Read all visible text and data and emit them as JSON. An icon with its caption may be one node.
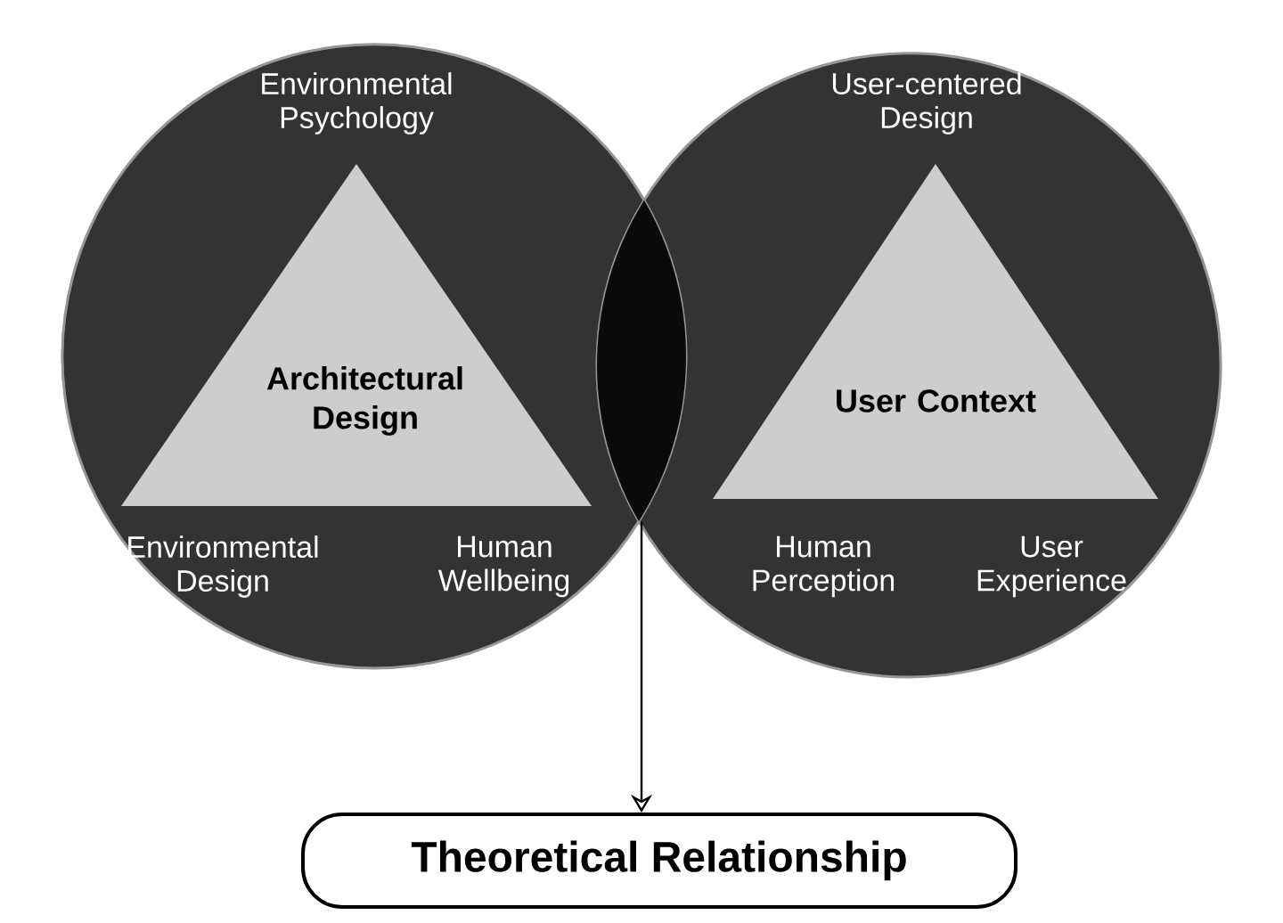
{
  "diagram": {
    "nodes": [
      {
        "text": [
          "Environmental Psychology",
          "Environmental Design",
          "Human Wellbeing"
        ]
      },
      {
        "text": [
          "Architectural Design"
        ],
        "in": 0
      },
      {
        "text": [
          "User-centered Design",
          "Human Perception",
          "User Experience"
        ]
      },
      {
        "text": [
          "User Context"
        ],
        "in": 2
      },
      {
        "text": [],
        "shape": "lens"
      },
      {
        "text": [
          "Theoretical Relationship"
        ]
      }
    ],
    "edges": [
      {
        "from": 4,
        "to": 5,
        "arrow": "to"
      }
    ]
  }
}
